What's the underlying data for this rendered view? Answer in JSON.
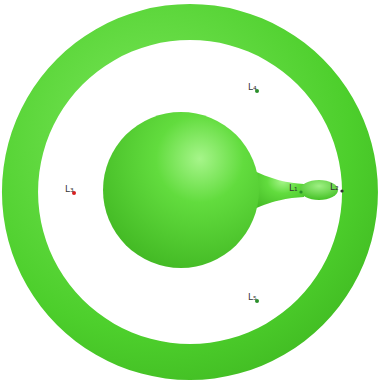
{
  "diagram": {
    "labels": [
      "L₄",
      "L₃",
      "L₁",
      "L₂",
      "L₅"
    ]
  }
}
